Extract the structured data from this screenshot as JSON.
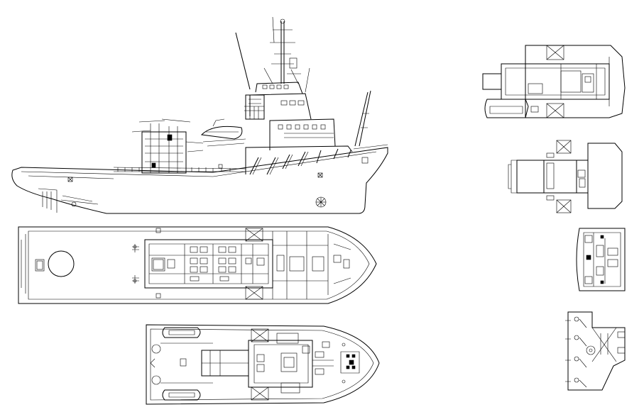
{
  "drawing": {
    "line_color": "#000000",
    "background": "#ffffff",
    "views": [
      "profile-view",
      "main-deck-plan",
      "upper-deck-plan",
      "bridge-deck-plan",
      "wheelhouse-deck-plan",
      "midship-section",
      "stern-section"
    ]
  }
}
